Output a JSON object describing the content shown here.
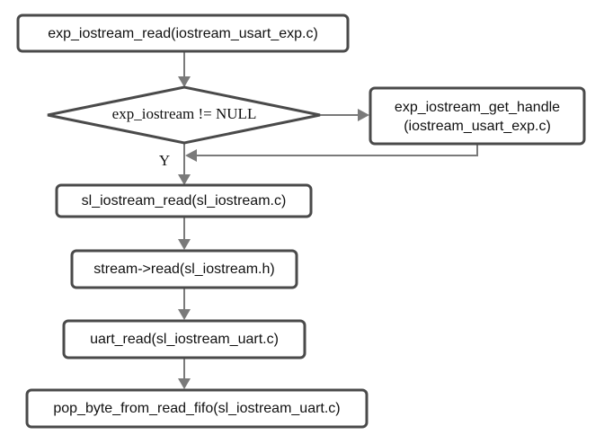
{
  "nodes": {
    "n1": "exp_iostream_read(iostream_usart_exp.c)",
    "decision": "exp_iostream != NULL",
    "side_line1": "exp_iostream_get_handle",
    "side_line2": "(iostream_usart_exp.c)",
    "n2": "sl_iostream_read(sl_iostream.c)",
    "n3": "stream->read(sl_iostream.h)",
    "n4": "uart_read(sl_iostream_uart.c)",
    "n5": "pop_byte_from_read_fifo(sl_iostream_uart.c)"
  },
  "edge_labels": {
    "yes": "Y"
  }
}
